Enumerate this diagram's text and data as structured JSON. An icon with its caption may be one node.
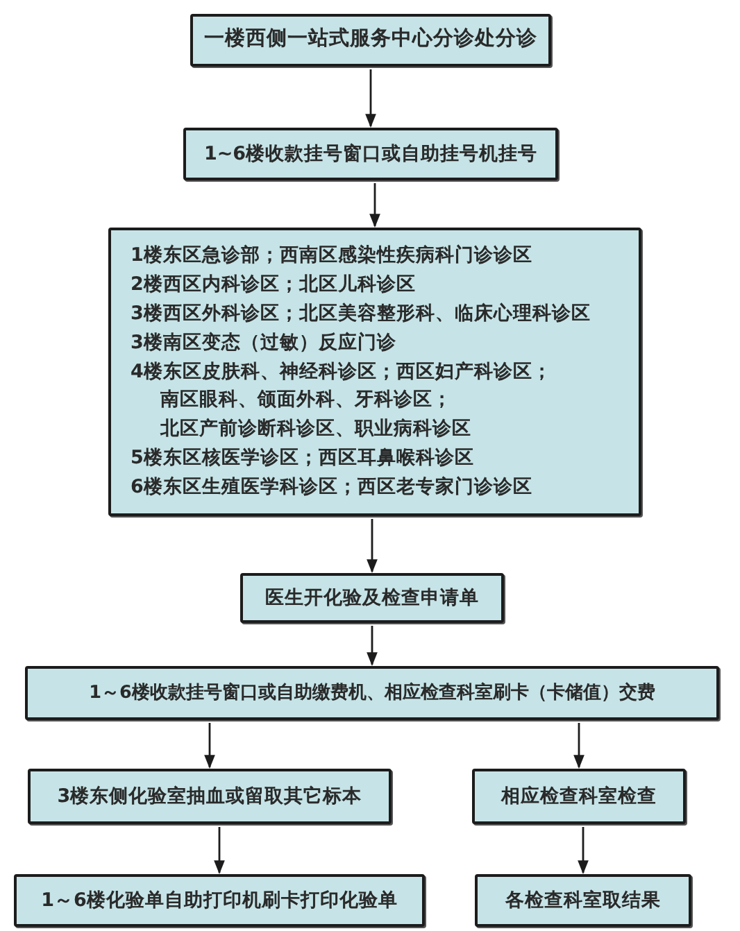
{
  "diagram": {
    "nodes": [
      {
        "text": [
          "一楼西侧一站式服务中心分诊处分诊"
        ]
      },
      {
        "text": [
          "1~6楼收款挂号窗口或自助挂号机挂号"
        ]
      },
      {
        "text": [
          "1楼东区急诊部；西南区感染性疾病科门诊诊区",
          "2楼西区内科诊区；北区儿科诊区",
          "3楼西区外科诊区；北区美容整形科、临床心理科诊区",
          "3楼南区变态（过敏）反应门诊",
          "4楼东区皮肤科、神经科诊区；西区妇产科诊区；",
          "南区眼科、颌面外科、牙科诊区；",
          "北区产前诊断科诊区、职业病科诊区",
          "5楼东区核医学诊区；西区耳鼻喉科诊区",
          "6楼东区生殖医学科诊区；西区老专家门诊诊区"
        ]
      },
      {
        "text": [
          "医生开化验及检查申请单"
        ]
      },
      {
        "text": [
          "1～6楼收款挂号窗口或自助缴费机、相应检查科室刷卡（卡储值）交费"
        ]
      },
      {
        "text": [
          "3楼东侧化验室抽血或留取其它标本"
        ]
      },
      {
        "text": [
          "相应检查科室检查"
        ]
      },
      {
        "text": [
          "1～6楼化验单自助打印机刷卡打印化验单"
        ]
      },
      {
        "text": [
          "各检查科室取结果"
        ]
      }
    ],
    "edges": [
      {
        "from": 0,
        "to": 1,
        "arrow": "to"
      },
      {
        "from": 1,
        "to": 2,
        "arrow": "to"
      },
      {
        "from": 2,
        "to": 3,
        "arrow": "to"
      },
      {
        "from": 3,
        "to": 4,
        "arrow": "to"
      },
      {
        "from": 4,
        "to": 5,
        "arrow": "to"
      },
      {
        "from": 4,
        "to": 6,
        "arrow": "to"
      },
      {
        "from": 5,
        "to": 7,
        "arrow": "to"
      },
      {
        "from": 6,
        "to": 8,
        "arrow": "to"
      }
    ]
  }
}
